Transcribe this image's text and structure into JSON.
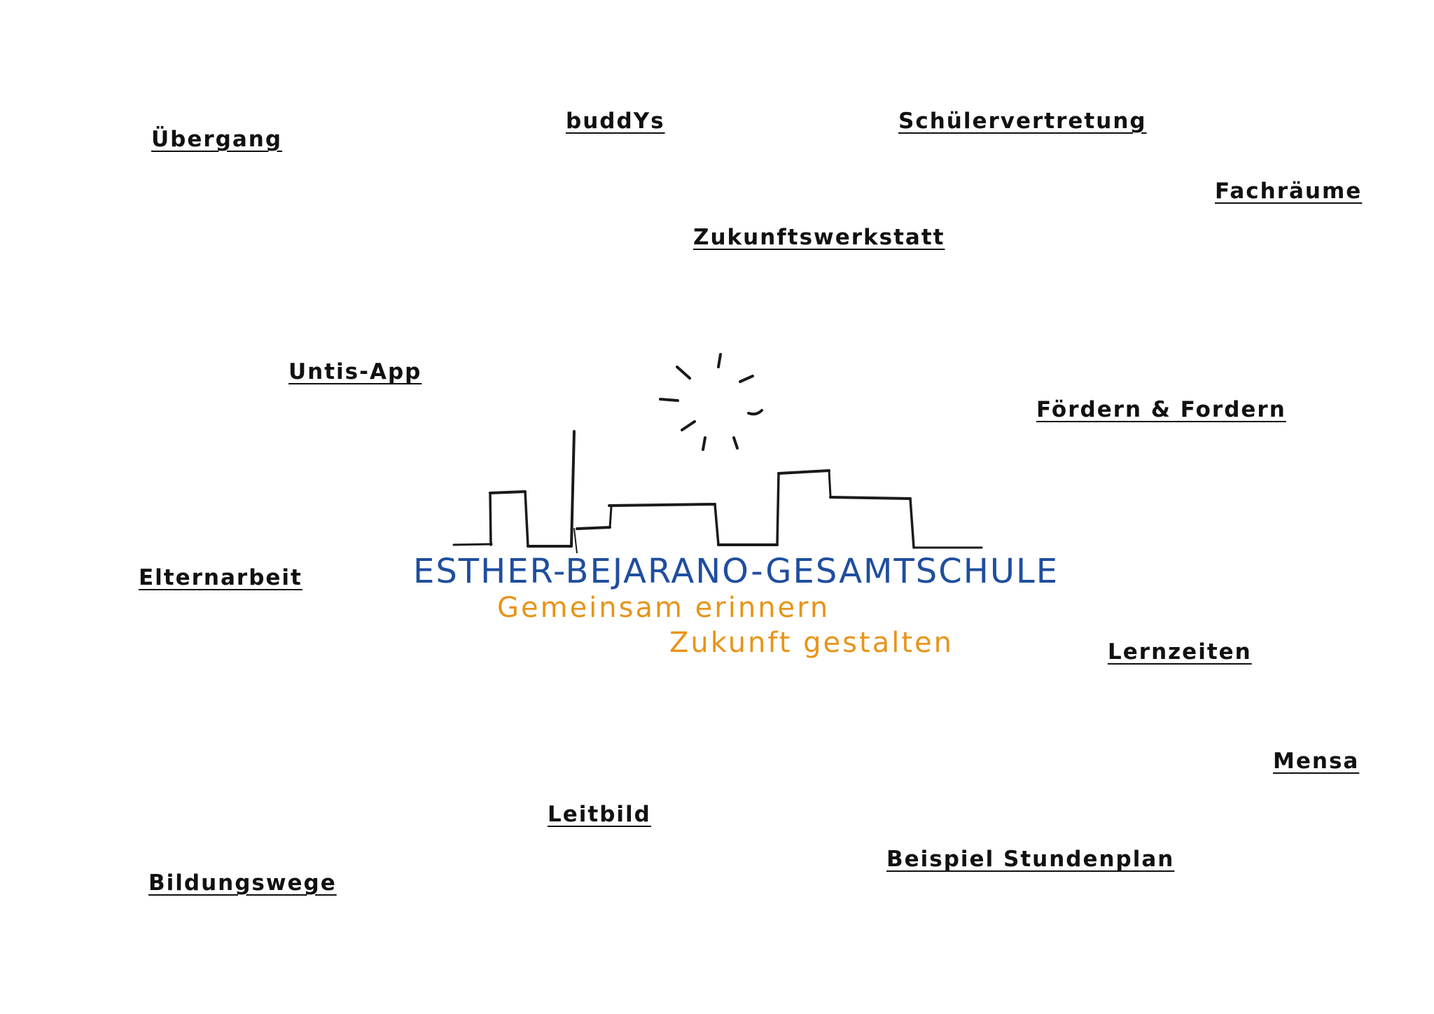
{
  "nav": {
    "uebergang": "Übergang",
    "buddys": "buddYs",
    "schuelervertretung": "Schülervertretung",
    "fachraeume": "Fachräume",
    "zukunftswerkstatt": "Zukunftswerkstatt",
    "untis_app": "Untis-App",
    "foerdern_fordern": "Fördern & Fordern",
    "elternarbeit": "Elternarbeit",
    "lernzeiten": "Lernzeiten",
    "mensa": "Mensa",
    "leitbild": "Leitbild",
    "beispiel_stundenplan": "Beispiel Stundenplan",
    "bildungswege": "Bildungswege"
  },
  "logo": {
    "school_name": "ESTHER-BEJARANO-GESAMTSCHULE",
    "motto_line1": "Gemeinsam erinnern",
    "motto_line2": "Zukunft gestalten"
  },
  "colors": {
    "link": "#111111",
    "school_name": "#1f4e9e",
    "motto": "#e89419",
    "background": "#ffffff"
  }
}
